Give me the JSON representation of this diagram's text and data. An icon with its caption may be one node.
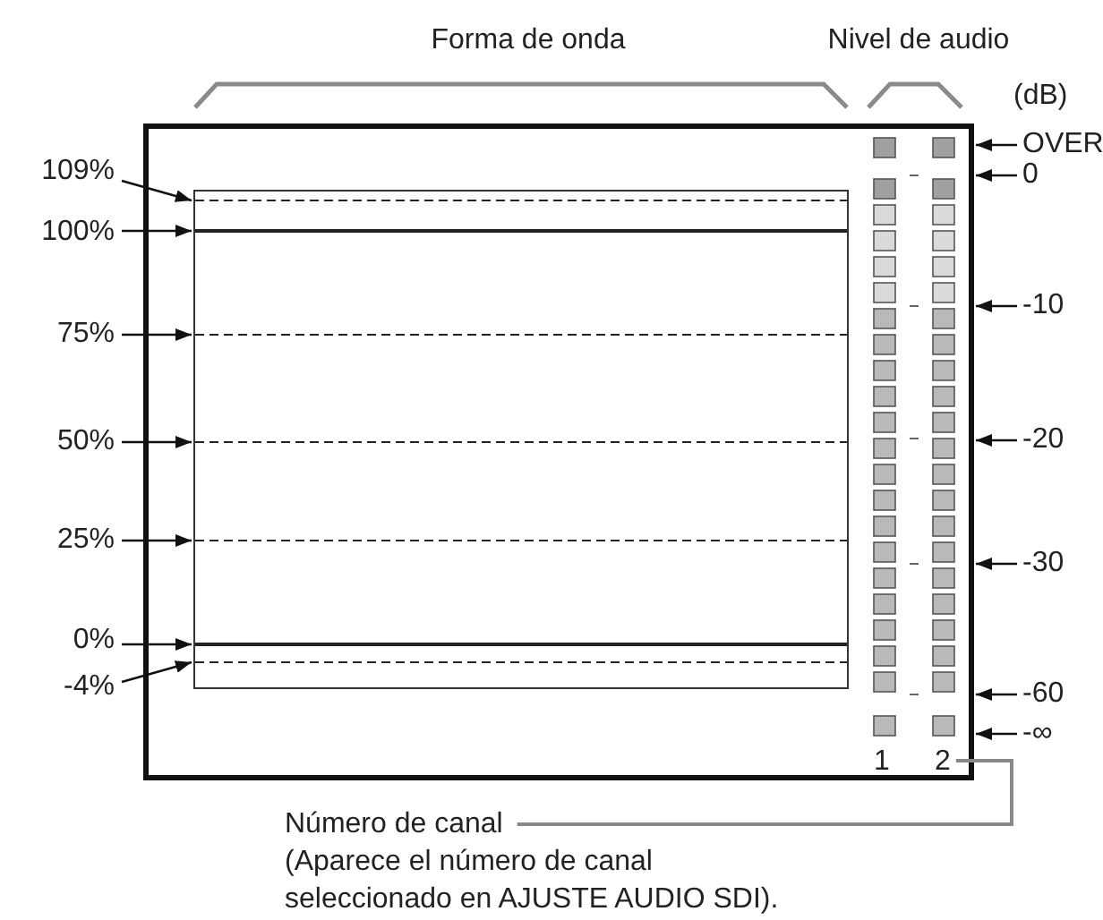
{
  "diagram": {
    "nodes": [
      {
        "text": [],
        "shape": "box"
      },
      {
        "text": [],
        "shape": "box",
        "in": 0
      },
      {
        "text": [
          "109%"
        ]
      },
      {
        "text": [
          "100%"
        ]
      },
      {
        "text": [
          "75%"
        ]
      },
      {
        "text": [
          "50%"
        ]
      },
      {
        "text": [
          "25%"
        ]
      },
      {
        "text": [
          "0%"
        ]
      },
      {
        "text": [
          "-4%"
        ]
      },
      {
        "text": [
          "OVER"
        ]
      },
      {
        "text": [
          "0"
        ]
      },
      {
        "text": [
          "-10"
        ]
      },
      {
        "text": [
          "-20"
        ]
      },
      {
        "text": [
          "-30"
        ]
      },
      {
        "text": [
          "-60"
        ]
      },
      {
        "text": [
          "-∞"
        ]
      },
      {
        "text": [
          "2"
        ],
        "in": 0
      },
      {
        "text": [
          "Número de canal",
          "(Aparece el número de canal seleccionado en AJUSTE AUDIO SDI)."
        ]
      }
    ],
    "edges": [
      {
        "from": 2,
        "to": 1,
        "arrow": "to"
      },
      {
        "from": 3,
        "to": 1,
        "arrow": "to"
      },
      {
        "from": 4,
        "to": 1,
        "arrow": "to"
      },
      {
        "from": 5,
        "to": 1,
        "arrow": "to"
      },
      {
        "from": 6,
        "to": 1,
        "arrow": "to"
      },
      {
        "from": 7,
        "to": 1,
        "arrow": "to"
      },
      {
        "from": 8,
        "to": 1,
        "arrow": "to"
      },
      {
        "from": 9,
        "to": 0,
        "arrow": "to"
      },
      {
        "from": 10,
        "to": 0,
        "arrow": "to"
      },
      {
        "from": 11,
        "to": 0,
        "arrow": "to"
      },
      {
        "from": 12,
        "to": 0,
        "arrow": "to"
      },
      {
        "from": 13,
        "to": 0,
        "arrow": "to"
      },
      {
        "from": 14,
        "to": 0,
        "arrow": "to"
      },
      {
        "from": 15,
        "to": 0,
        "arrow": "to"
      },
      {
        "from": 17,
        "to": 16,
        "arrow": "none",
        "color": "#888888"
      }
    ],
    "labels": [
      "Forma de onda",
      "Nivel de audio",
      "(dB)",
      "1"
    ]
  }
}
